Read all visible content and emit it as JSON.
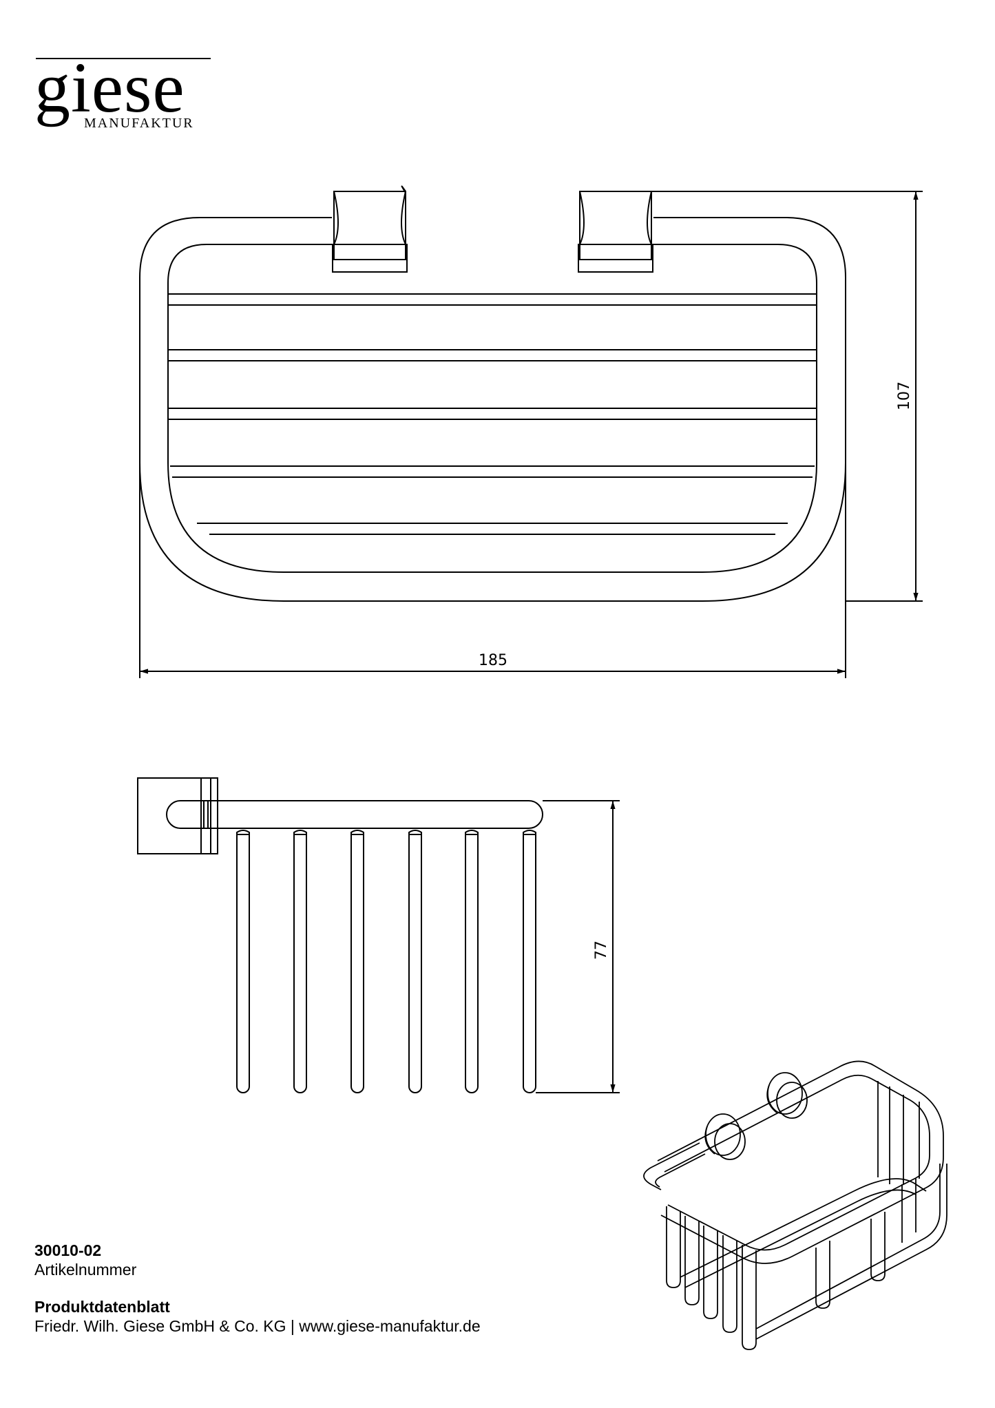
{
  "logo": {
    "name": "giese",
    "sub": "MANUFAKTUR"
  },
  "dimensions": {
    "width": "185",
    "height": "107",
    "depth": "77"
  },
  "article": {
    "number": "30010-02",
    "label": "Artikelnummer"
  },
  "footer": {
    "title": "Produktdatenblatt",
    "company": "Friedr. Wilh. Giese GmbH & Co. KG | www.giese-manufaktur.de"
  }
}
